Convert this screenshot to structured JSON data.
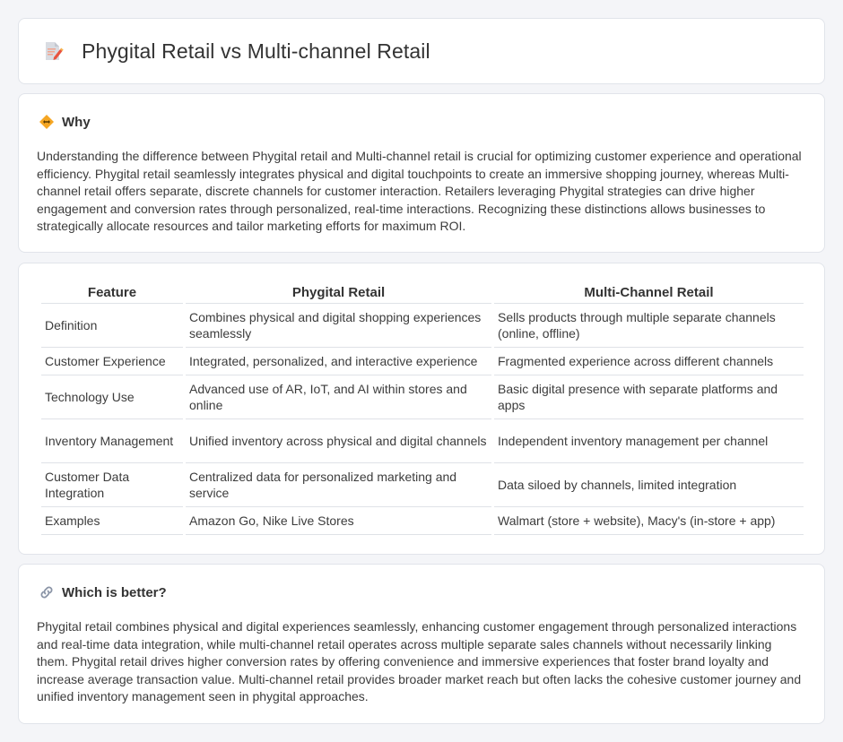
{
  "header": {
    "title": "Phygital Retail vs Multi-channel Retail",
    "icon": "document-pen-icon"
  },
  "why": {
    "icon": "diamond-arrows-icon",
    "title": "Why",
    "text": "Understanding the difference between Phygital retail and Multi-channel retail is crucial for optimizing customer experience and operational efficiency. Phygital retail seamlessly integrates physical and digital touchpoints to create an immersive shopping journey, whereas Multi-channel retail offers separate, discrete channels for customer interaction. Retailers leveraging Phygital strategies can drive higher engagement and conversion rates through personalized, real-time interactions. Recognizing these distinctions allows businesses to strategically allocate resources and tailor marketing efforts for maximum ROI."
  },
  "table": {
    "headers": [
      "Feature",
      "Phygital Retail",
      "Multi-Channel Retail"
    ],
    "rows": [
      [
        "Definition",
        "Combines physical and digital shopping experiences seamlessly",
        "Sells products through multiple separate channels (online, offline)"
      ],
      [
        "Customer Experience",
        "Integrated, personalized, and interactive experience",
        "Fragmented experience across different channels"
      ],
      [
        "Technology Use",
        "Advanced use of AR, IoT, and AI within stores and online",
        "Basic digital presence with separate platforms and apps"
      ],
      [
        "Inventory Management",
        "Unified inventory across physical and digital channels",
        "Independent inventory management per channel"
      ],
      [
        "Customer Data Integration",
        "Centralized data for personalized marketing and service",
        "Data siloed by channels, limited integration"
      ],
      [
        "Examples",
        "Amazon Go, Nike Live Stores",
        "Walmart (store + website), Macy's (in-store + app)"
      ]
    ]
  },
  "better": {
    "icon": "link-icon",
    "title": "Which is better?",
    "text": "Phygital retail combines physical and digital experiences seamlessly, enhancing customer engagement through personalized interactions and real-time data integration, while multi-channel retail operates across multiple separate sales channels without necessarily linking them. Phygital retail drives higher conversion rates by offering convenience and immersive experiences that foster brand loyalty and increase average transaction value. Multi-channel retail provides broader market reach but often lacks the cohesive customer journey and unified inventory management seen in phygital approaches."
  }
}
